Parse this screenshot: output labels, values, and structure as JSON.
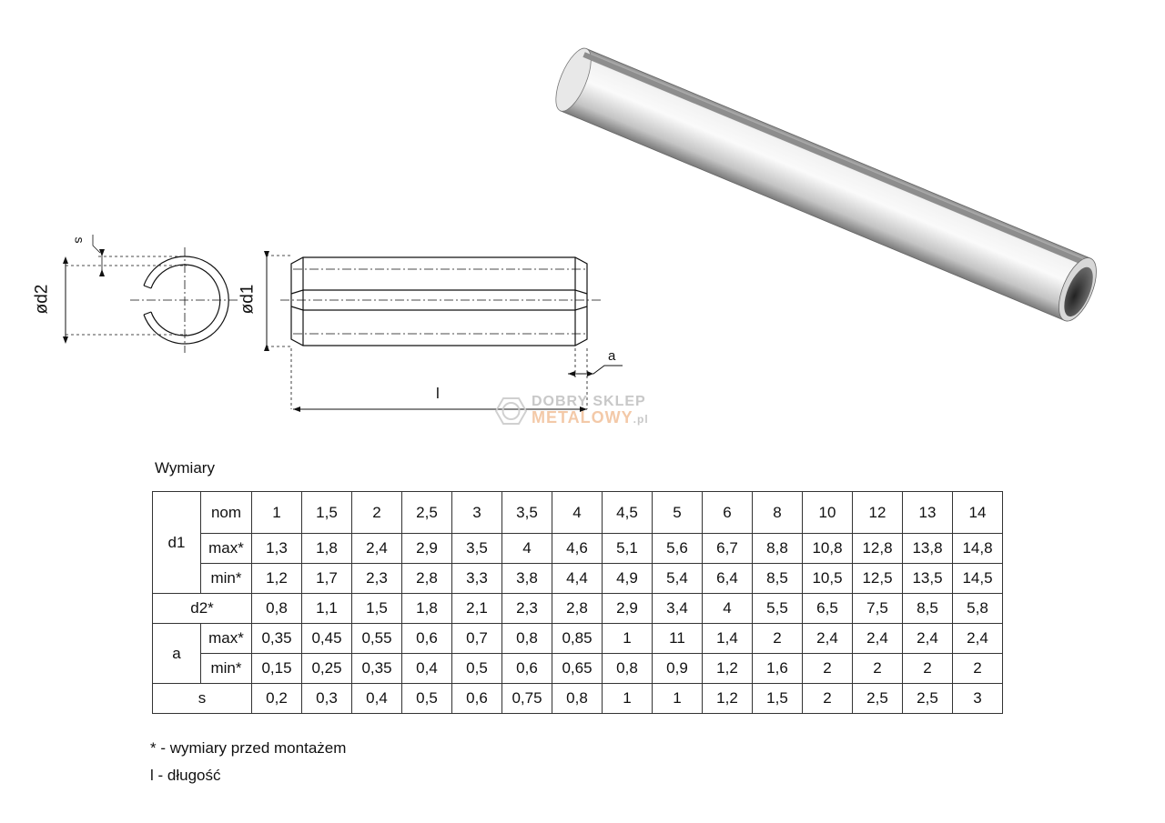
{
  "drawing": {
    "label_s": "s",
    "label_d2": "ød2",
    "label_d1": "ød1",
    "label_a": "a",
    "label_l": "l",
    "watermark": {
      "line1": "DOBRY SKLEP",
      "line2": "METALOWY",
      "suffix": ".pl",
      "color1": "#c8c8c8",
      "color2": "#f3c9a8"
    }
  },
  "table_title": "Wymiary",
  "table": {
    "groups": {
      "d1": "d1",
      "d2": "d2*",
      "a": "a",
      "s": "s"
    },
    "sub": {
      "nom": "nom",
      "max": "max*",
      "min": "min*"
    },
    "d1_nom": [
      "1",
      "1,5",
      "2",
      "2,5",
      "3",
      "3,5",
      "4",
      "4,5",
      "5",
      "6",
      "8",
      "10",
      "12",
      "13",
      "14"
    ],
    "d1_max": [
      "1,3",
      "1,8",
      "2,4",
      "2,9",
      "3,5",
      "4",
      "4,6",
      "5,1",
      "5,6",
      "6,7",
      "8,8",
      "10,8",
      "12,8",
      "13,8",
      "14,8"
    ],
    "d1_min": [
      "1,2",
      "1,7",
      "2,3",
      "2,8",
      "3,3",
      "3,8",
      "4,4",
      "4,9",
      "5,4",
      "6,4",
      "8,5",
      "10,5",
      "12,5",
      "13,5",
      "14,5"
    ],
    "d2": [
      "0,8",
      "1,1",
      "1,5",
      "1,8",
      "2,1",
      "2,3",
      "2,8",
      "2,9",
      "3,4",
      "4",
      "5,5",
      "6,5",
      "7,5",
      "8,5",
      "5,8"
    ],
    "a_max": [
      "0,35",
      "0,45",
      "0,55",
      "0,6",
      "0,7",
      "0,8",
      "0,85",
      "1",
      "11",
      "1,4",
      "2",
      "2,4",
      "2,4",
      "2,4",
      "2,4"
    ],
    "a_min": [
      "0,15",
      "0,25",
      "0,35",
      "0,4",
      "0,5",
      "0,6",
      "0,65",
      "0,8",
      "0,9",
      "1,2",
      "1,6",
      "2",
      "2",
      "2",
      "2"
    ],
    "s": [
      "0,2",
      "0,3",
      "0,4",
      "0,5",
      "0,6",
      "0,75",
      "0,8",
      "1",
      "1",
      "1,2",
      "1,5",
      "2",
      "2,5",
      "2,5",
      "3"
    ]
  },
  "footnotes": [
    "* - wymiary przed montażem",
    "l - długość"
  ]
}
